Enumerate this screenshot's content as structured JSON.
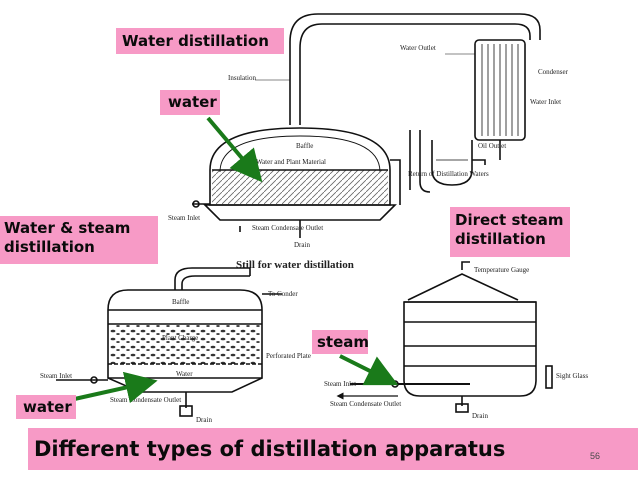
{
  "labels": {
    "water_distillation": "Water distillation",
    "water_top": "water",
    "water_steam": "Water & steam distillation",
    "direct_steam": "Direct steam distillation",
    "steam": "steam",
    "water_bottom": "water"
  },
  "diagram_text": {
    "still_caption": "Still for water distillation",
    "insulation": "Insulation",
    "water_outlet": "Water Outlet",
    "condenser": "Condenser",
    "water_inlet": "Water Inlet",
    "baffle": "Baffle",
    "water_plant_material": "Water and Plant Material",
    "oil_outlet": "Oil Outlet",
    "return_waters": "Return of Distillation Waters",
    "steam_inlet": "Steam Inlet",
    "steam_condensate_outlet": "Steam Condensate Outlet",
    "drain": "Drain",
    "to_condenser": "To Conder",
    "plant_charge": "Plant Charge",
    "perforated_plate": "Perforated Plate",
    "water": "Water",
    "temperature_gauge": "Temperature Gauge",
    "sight_glass": "Sight Glass"
  },
  "footer": {
    "title": "Different types of distillation apparatus",
    "page_number": "56"
  },
  "colors": {
    "label_bg": "#f79ac6",
    "arrow": "#1a7a1a"
  }
}
